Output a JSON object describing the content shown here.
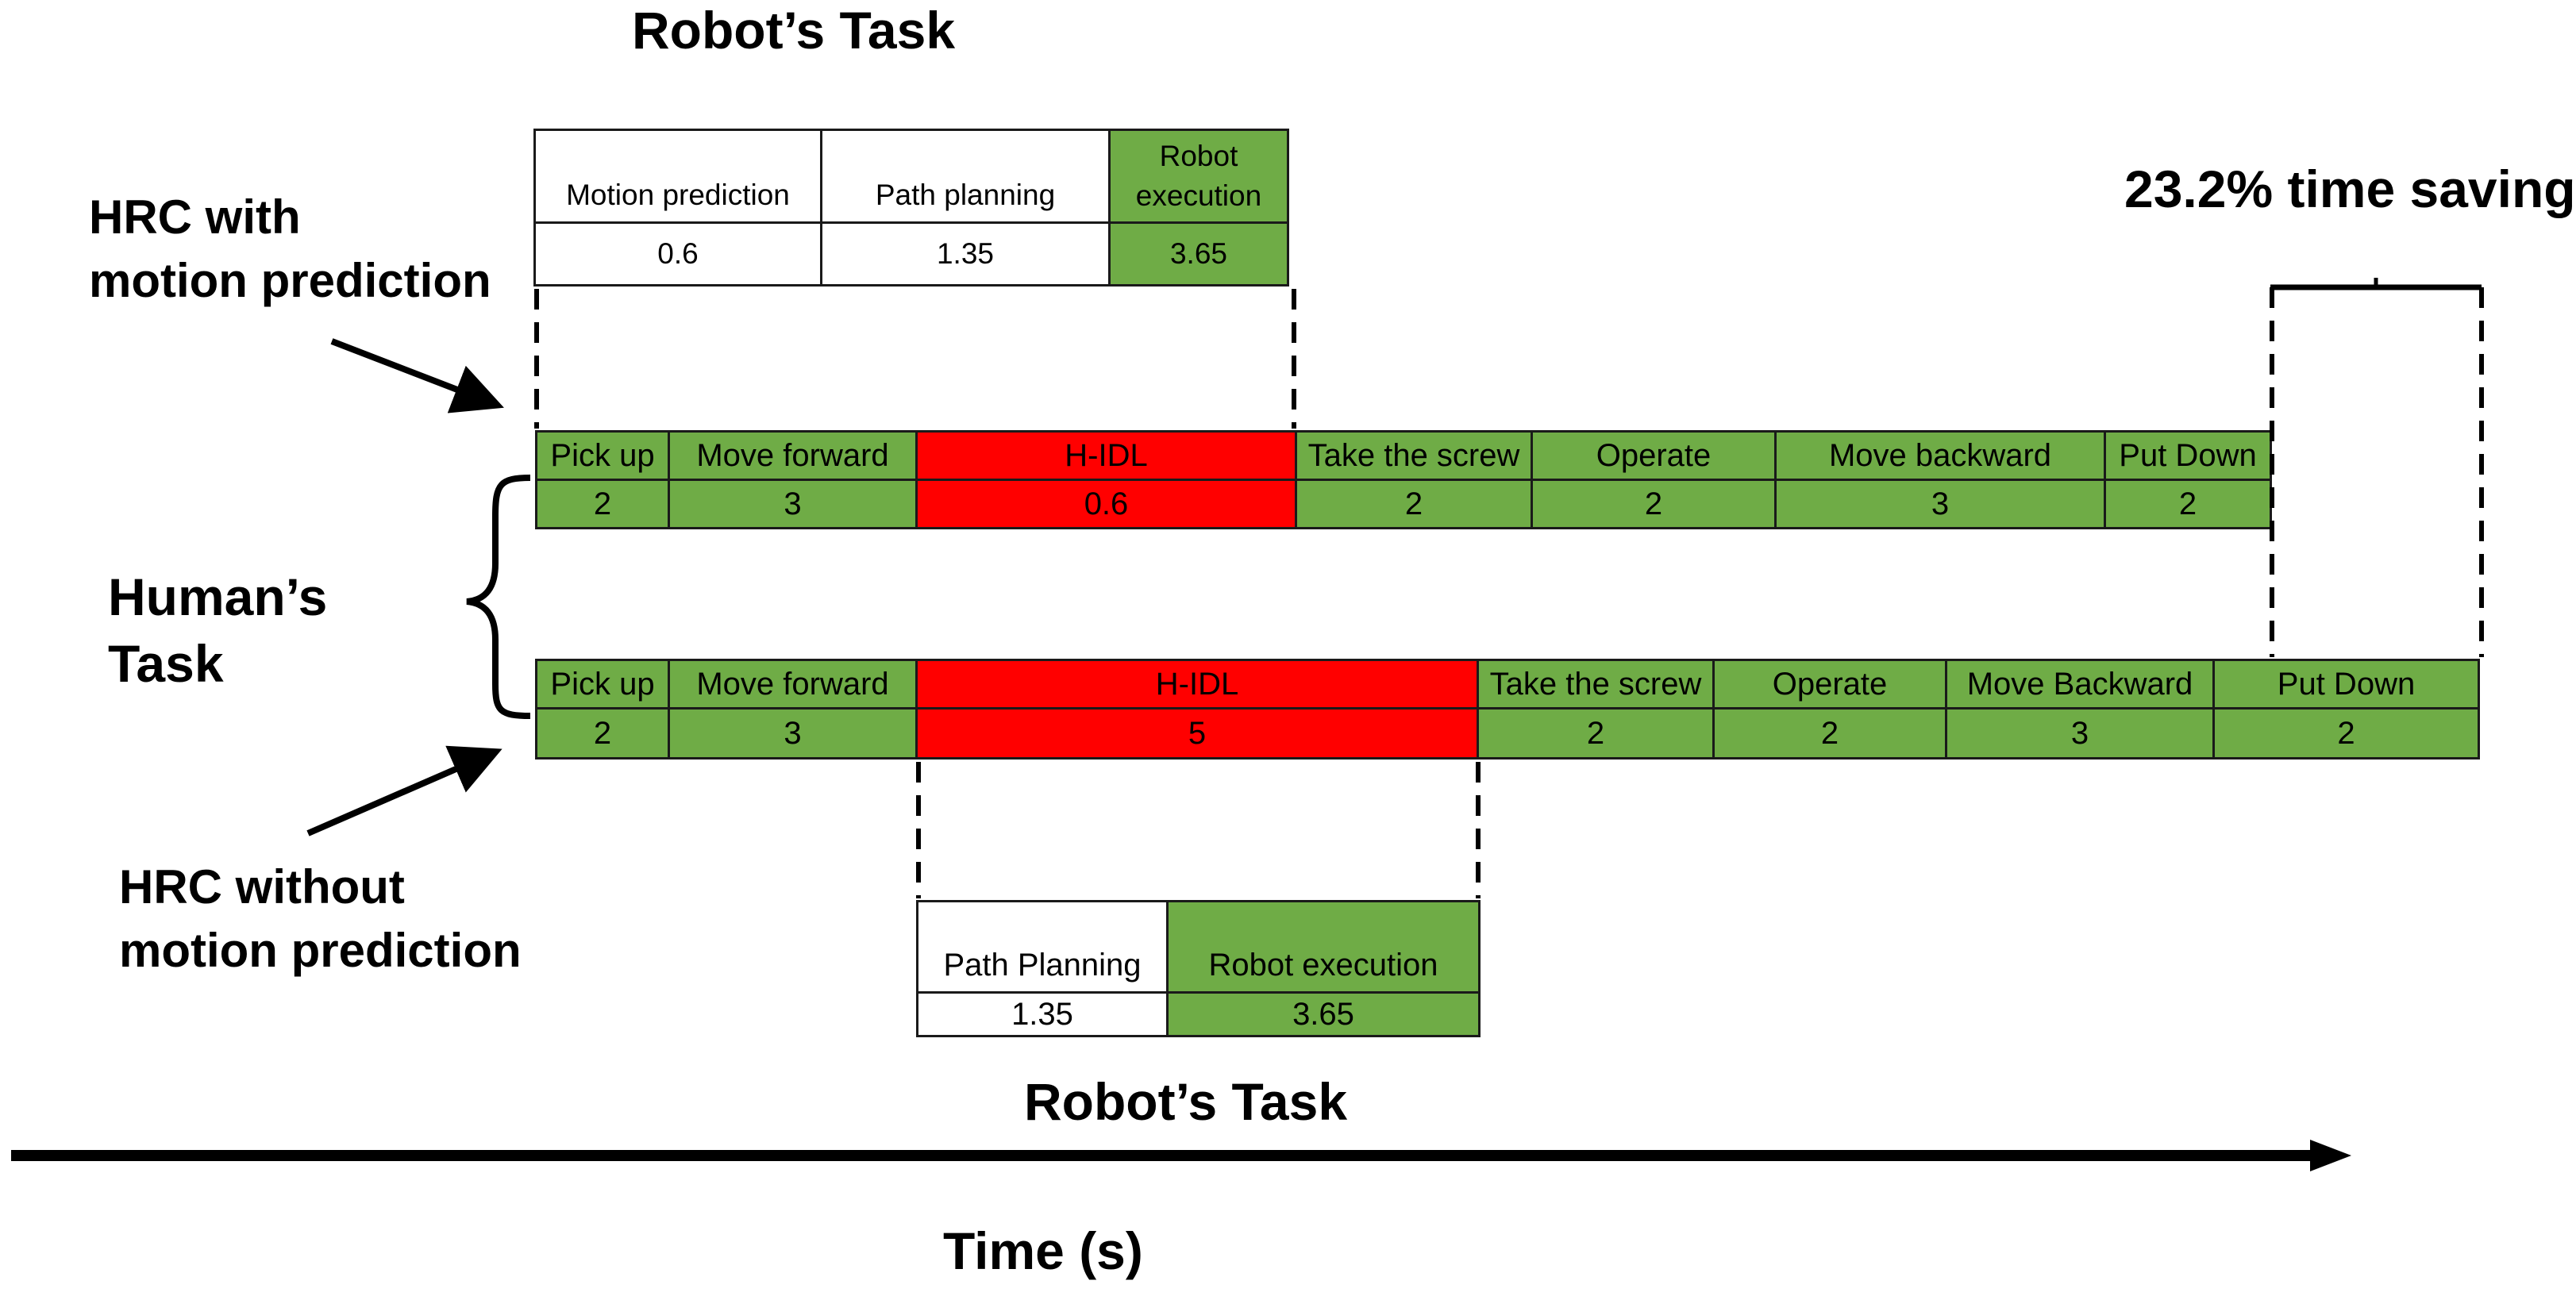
{
  "titles": {
    "robot_task_top": "Robot’s Task",
    "robot_task_bottom": "Robot’s Task",
    "time_axis": "Time (s)",
    "time_saving": "23.2% time saving",
    "humans_task_line1": "Human’s",
    "humans_task_line2": "Task",
    "hrc_with_line1": "HRC with",
    "hrc_with_line2": "motion prediction",
    "hrc_without_line1": "HRC without",
    "hrc_without_line2": "motion prediction"
  },
  "colors": {
    "green": "#6fac46",
    "red": "#ff0000",
    "border": "#1a1a1a"
  },
  "robot_with": [
    {
      "label": "Motion prediction",
      "value": "0.6",
      "color": "white"
    },
    {
      "label": "Path planning",
      "value": "1.35",
      "color": "white"
    },
    {
      "label": "Robot\nexecution",
      "value": "3.65",
      "color": "green"
    }
  ],
  "human_with": [
    {
      "label": "Pick up",
      "value": "2",
      "color": "green"
    },
    {
      "label": "Move forward",
      "value": "3",
      "color": "green"
    },
    {
      "label": "H-IDL",
      "value": "0.6",
      "color": "red"
    },
    {
      "label": "Take the screw",
      "value": "2",
      "color": "green"
    },
    {
      "label": "Operate",
      "value": "2",
      "color": "green"
    },
    {
      "label": "Move backward",
      "value": "3",
      "color": "green"
    },
    {
      "label": "Put Down",
      "value": "2",
      "color": "green"
    }
  ],
  "human_without": [
    {
      "label": "Pick up",
      "value": "2",
      "color": "green"
    },
    {
      "label": "Move forward",
      "value": "3",
      "color": "green"
    },
    {
      "label": "H-IDL",
      "value": "5",
      "color": "red"
    },
    {
      "label": "Take the screw",
      "value": "2",
      "color": "green"
    },
    {
      "label": "Operate",
      "value": "2",
      "color": "green"
    },
    {
      "label": "Move Backward",
      "value": "3",
      "color": "green"
    },
    {
      "label": "Put Down",
      "value": "2",
      "color": "green"
    }
  ],
  "robot_without": [
    {
      "label": "Path Planning",
      "value": "1.35",
      "color": "white"
    },
    {
      "label": "Robot execution",
      "value": "3.65",
      "color": "green"
    }
  ]
}
